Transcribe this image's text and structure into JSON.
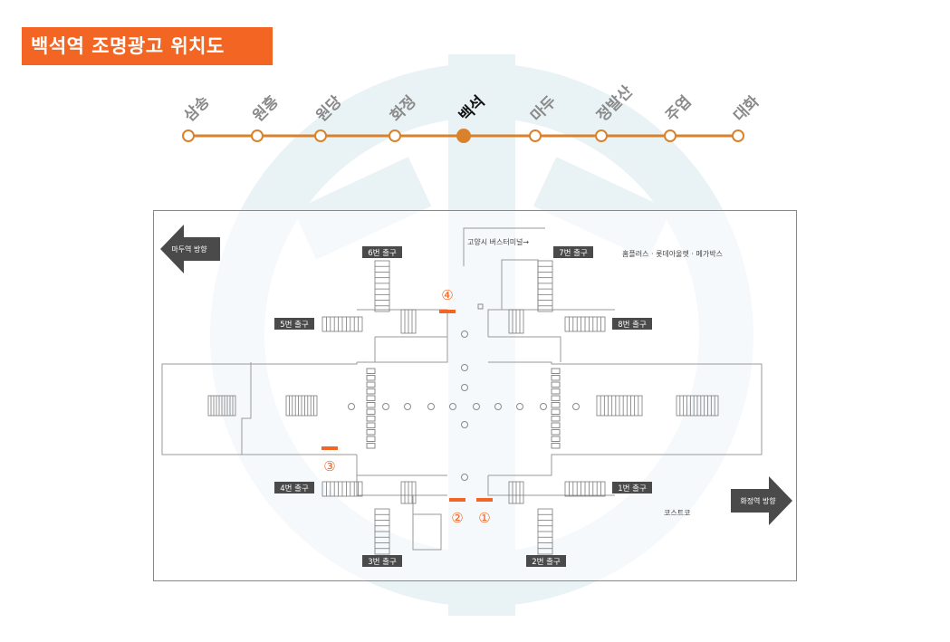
{
  "title": "백석역 조명광고 위치도",
  "colors": {
    "accent": "#f26522",
    "line": "#d9822b",
    "station_text": "#8a8a8a",
    "current_text": "#111111",
    "label_bg": "#4a4a4a",
    "watermark": "#e9f2f5"
  },
  "route": {
    "current_index": 4,
    "stations": [
      "삼송",
      "원흥",
      "원당",
      "화정",
      "백석",
      "마두",
      "정발산",
      "주엽",
      "대화"
    ]
  },
  "map": {
    "direction_left": "마두역 방향",
    "direction_right": "화정역 방향",
    "bus_terminal": "고양시 버스터미널→",
    "homeplus": "홈플러스 · 롯데아울렛 · 메가박스",
    "costco": "코스트코",
    "exits": {
      "e1": "1번 출구",
      "e2": "2번 출구",
      "e3": "3번 출구",
      "e4": "4번 출구",
      "e5": "5번 출구",
      "e6": "6번 출구",
      "e7": "7번 출구",
      "e8": "8번 출구"
    },
    "ads": {
      "a1": "①",
      "a2": "②",
      "a3": "③",
      "a4": "④"
    }
  }
}
